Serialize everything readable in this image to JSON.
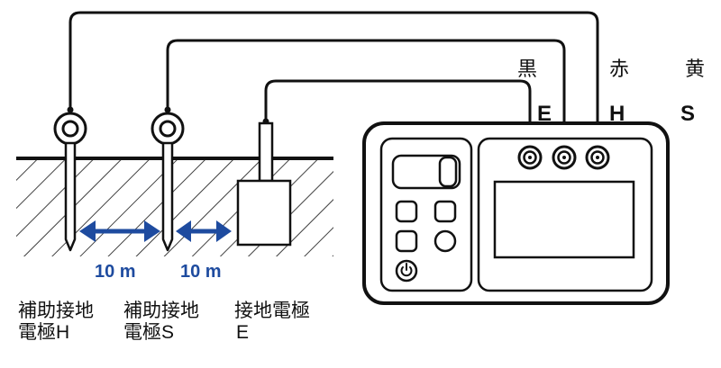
{
  "terminals": {
    "colors": [
      "黒",
      "赤",
      "黄"
    ],
    "labels": [
      "E",
      "H",
      "S"
    ]
  },
  "distances": [
    "10 m",
    "10 m"
  ],
  "captions": {
    "aux_h": [
      "補助接地",
      "電極H"
    ],
    "aux_s": [
      "補助接地",
      "電極S"
    ],
    "main_e": [
      "接地電極",
      "E"
    ]
  },
  "colors": {
    "ink": "#111111",
    "arrow": "#1e4b9f"
  }
}
